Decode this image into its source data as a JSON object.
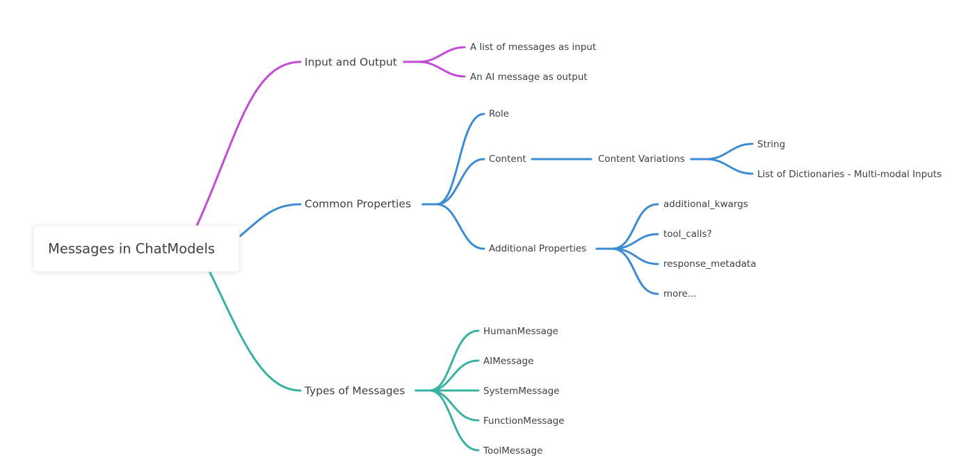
{
  "colors": {
    "magenta": "#c34ad6",
    "blue": "#3c8bd3",
    "teal": "#35b2a2",
    "text": "#3b3f46"
  },
  "root": {
    "label": "Messages in ChatModels"
  },
  "branches": {
    "input_output": {
      "label": "Input and Output",
      "children": [
        "A list of messages as input",
        "An AI message as output"
      ]
    },
    "common_properties": {
      "label": "Common Properties",
      "role": "Role",
      "content": "Content",
      "content_variations": {
        "label": "Content Variations",
        "children": [
          "String",
          "List of Dictionaries - Multi-modal Inputs"
        ]
      },
      "additional_properties": {
        "label": "Additional Properties",
        "children": [
          "additional_kwargs",
          "tool_calls?",
          "response_metadata",
          "more..."
        ]
      }
    },
    "types_of_messages": {
      "label": "Types of Messages",
      "children": [
        "HumanMessage",
        "AIMessage",
        "SystemMessage",
        "FunctionMessage",
        "ToolMessage"
      ]
    }
  }
}
